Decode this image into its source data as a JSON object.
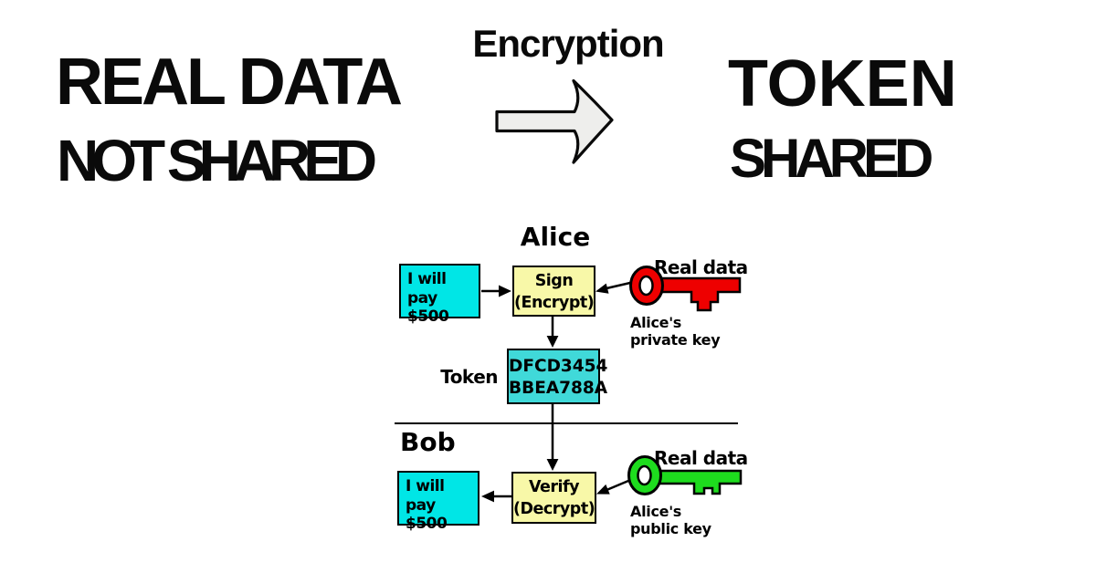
{
  "colors": {
    "message_box": "#00e6e6",
    "token_box": "#40d9d9",
    "process_box": "#f8f8a8",
    "key_red": "#ee0000",
    "key_green": "#1edc1e",
    "big_arrow": "#eeeeec",
    "ink": "#000000"
  },
  "header": {
    "left_title": "REAL DATA",
    "left_subtitle": "NOT SHARED",
    "arrow_label": "Encryption",
    "right_title": "TOKEN",
    "right_subtitle": "SHARED"
  },
  "alice": {
    "name": "Alice",
    "message_line1": "I will",
    "message_line2": "pay $500",
    "process_line1": "Sign",
    "process_line2": "(Encrypt)",
    "key_label": "Real data",
    "key_caption_line1": "Alice's",
    "key_caption_line2": "private key"
  },
  "token": {
    "label": "Token",
    "value_line1": "DFCD3454",
    "value_line2": "BBEA788A"
  },
  "bob": {
    "name": "Bob",
    "message_line1": "I will",
    "message_line2": "pay $500",
    "process_line1": "Verify",
    "process_line2": "(Decrypt)",
    "key_label": "Real data",
    "key_caption_line1": "Alice's",
    "key_caption_line2": "public key"
  }
}
